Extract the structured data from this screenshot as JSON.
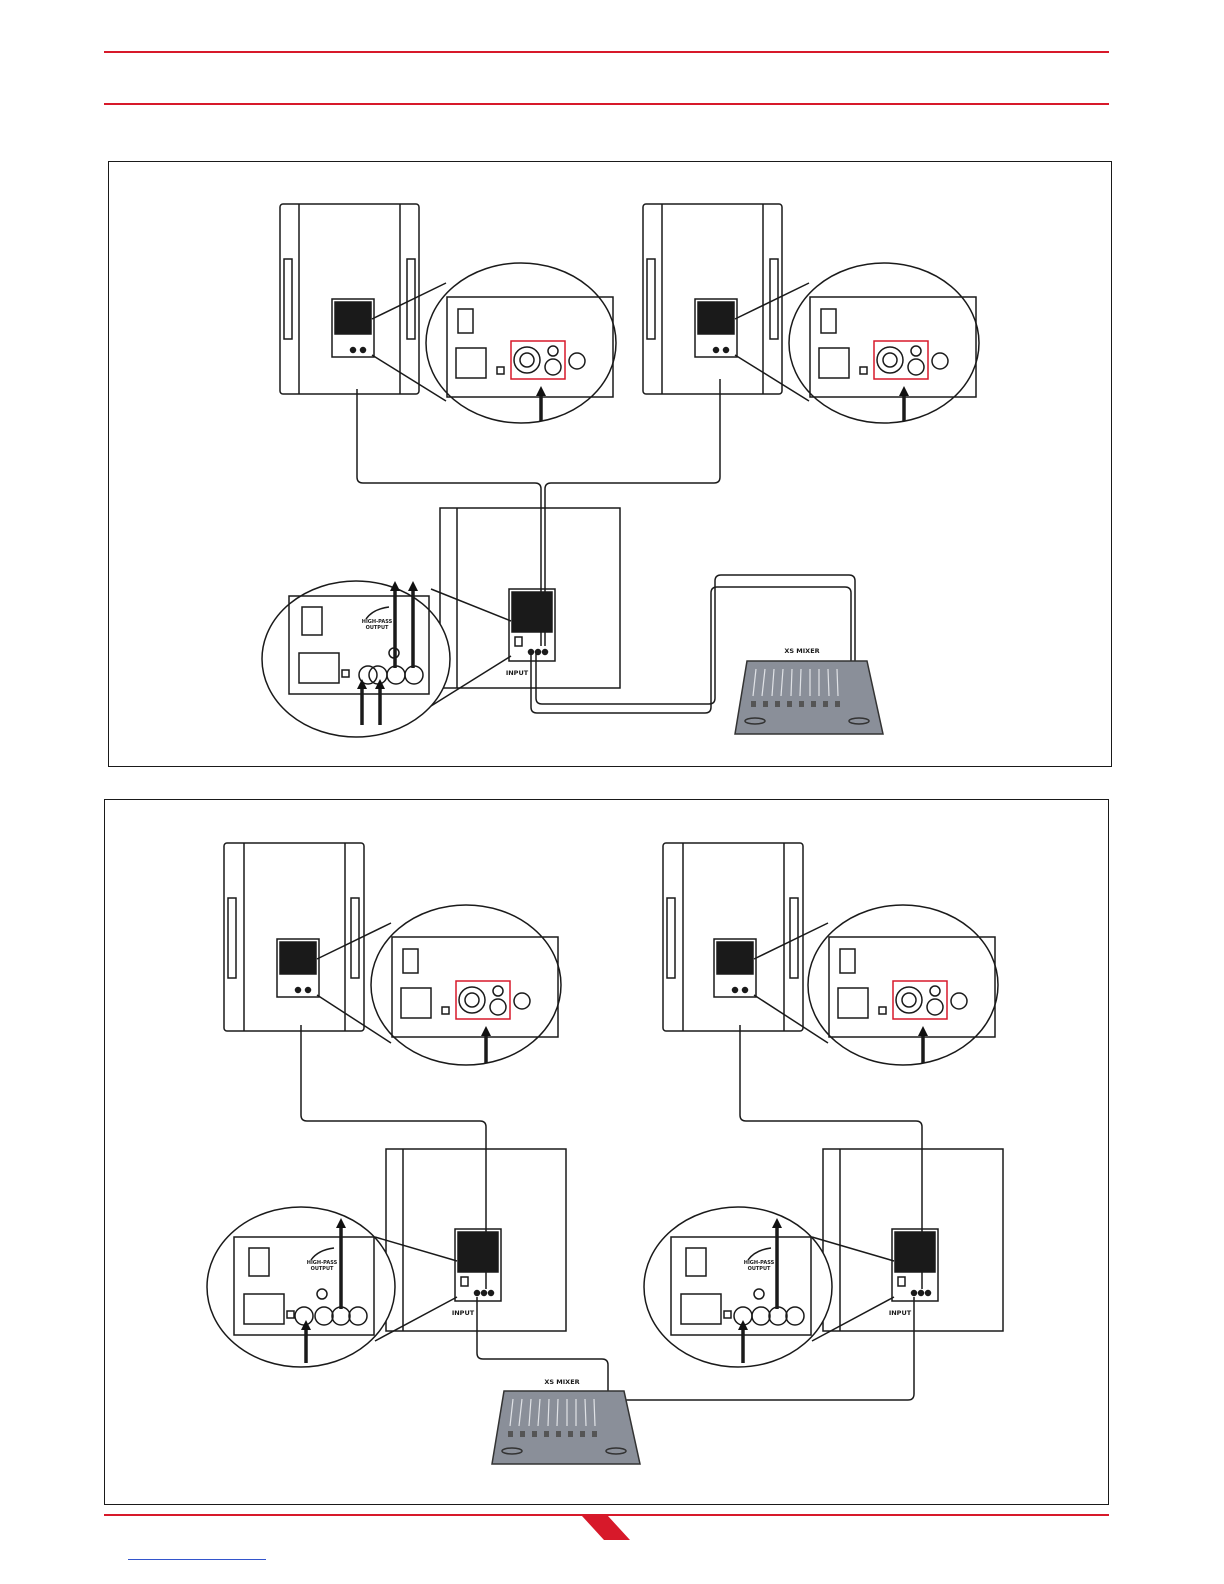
{
  "colors": {
    "accent": "#d7192a",
    "line": "#1a1a1a",
    "grille": "#1a1a1a",
    "mixer": "#8a8f99"
  },
  "labels": {
    "mixer": "XS MIXER",
    "input": "INPUT",
    "highpass_line1": "HIGH-PASS",
    "highpass_line2": "OUTPUT"
  },
  "diagrams": [
    {
      "name": "two-tops-one-sub",
      "tops": 2,
      "subs": 1,
      "mixers": 1
    },
    {
      "name": "two-tops-two-subs",
      "tops": 2,
      "subs": 2,
      "mixers": 1
    }
  ]
}
